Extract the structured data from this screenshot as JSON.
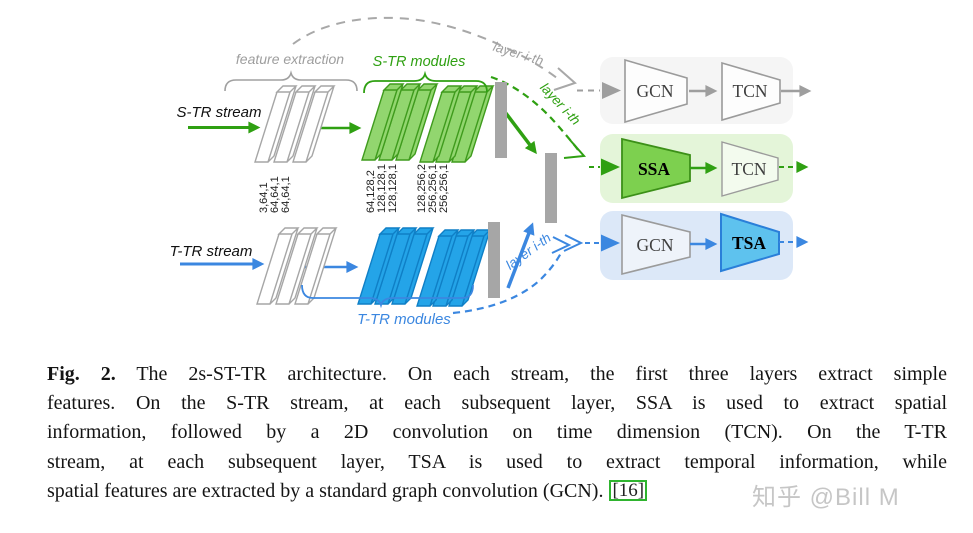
{
  "diagram": {
    "stream_labels": {
      "s": "S-TR stream",
      "t": "T-TR stream"
    },
    "annotations": {
      "feature_extraction": "feature extraction",
      "s_modules": "S-TR modules",
      "t_modules": "T-TR modules",
      "layer_top": "layer i-th",
      "layer_s": "layer i-th",
      "layer_t": "layer i-th"
    },
    "dims": {
      "fe": [
        "3,64,1",
        "64,64,1",
        "64,64,1"
      ],
      "m1": [
        "64,128,2",
        "128,128,1",
        "128,128,1"
      ],
      "m2": [
        "128,256,2",
        "256,256,1",
        "256,256,1"
      ]
    },
    "blocks": {
      "row1": [
        "GCN",
        "TCN"
      ],
      "row2": [
        "SSA",
        "TCN"
      ],
      "row3": [
        "GCN",
        "TSA"
      ]
    },
    "colors": {
      "green": "#2fa012",
      "blue": "#3b87e0",
      "gray": "#9e9e9e"
    }
  },
  "caption": {
    "fig_label": "Fig. 2.",
    "lines": [
      " The 2s-ST-TR architecture. On each stream, the first three layers extract simple",
      "features. On the S-TR stream, at each subsequent layer, SSA is used to extract spatial",
      "information, followed by a 2D convolution on time dimension (TCN). On the T-TR",
      "stream, at each subsequent layer, TSA is used to extract temporal information, while",
      "spatial features are extracted by a standard graph convolution (GCN)."
    ],
    "citation": "[16]"
  },
  "watermark": "知乎 @Bill M"
}
